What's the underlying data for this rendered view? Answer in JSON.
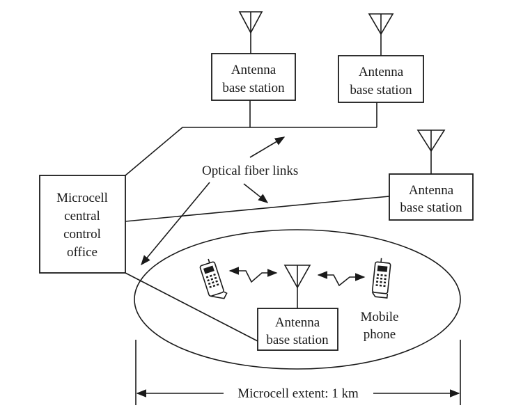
{
  "labels": {
    "antenna_line1": "Antenna",
    "antenna_line2": "base station",
    "optical_links": "Optical fiber links",
    "central_office": [
      "Microcell",
      "central",
      "control",
      "office"
    ],
    "mobile_phone": [
      "Mobile",
      "phone"
    ],
    "extent": "Microcell extent: 1 km"
  },
  "icons": {
    "antenna": "antenna-icon",
    "phone": "mobile-phone-icon",
    "radio_link": "radio-link-icon",
    "arrow": "arrow-icon"
  },
  "colors": {
    "ink": "#1a1a1a",
    "background": "#ffffff"
  }
}
